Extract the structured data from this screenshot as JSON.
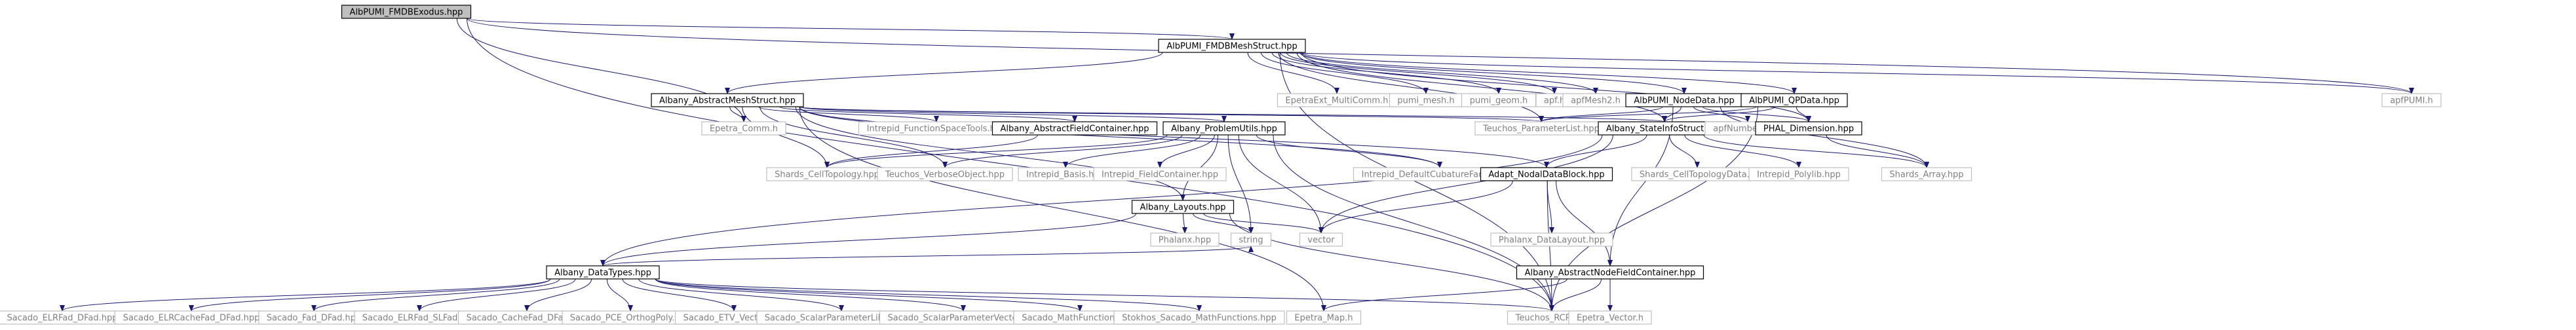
{
  "graph": {
    "title": "AlbPUMI_FMDBExodus.hpp",
    "colors": {
      "edge": "#191970",
      "border_dark": "#000000",
      "border_gray": "#bfbfbf",
      "text_dark": "#000000",
      "text_gray": "#808080",
      "fill_root": "#bfbfbf",
      "fill_normal": "#ffffff"
    },
    "nodes": [
      {
        "id": "root",
        "label": "AlbPUMI_FMDBExodus.hpp",
        "style": "root"
      },
      {
        "id": "meshstruct",
        "label": "AlbPUMI_FMDBMeshStruct.hpp",
        "style": "file"
      },
      {
        "id": "epetra_comm",
        "label": "Epetra_Comm.h",
        "style": "ext"
      },
      {
        "id": "teuchos_rcp",
        "label": "Teuchos_RCP.hpp",
        "style": "ext"
      },
      {
        "id": "apfpumi",
        "label": "apfPUMI.h",
        "style": "ext"
      },
      {
        "id": "abstractmesh",
        "label": "Albany_AbstractMeshStruct.hpp",
        "style": "file"
      },
      {
        "id": "epetraext",
        "label": "EpetraExt_MultiComm.h",
        "style": "ext"
      },
      {
        "id": "pumi_mesh",
        "label": "pumi_mesh.h",
        "style": "ext"
      },
      {
        "id": "pumi_geom",
        "label": "pumi_geom.h",
        "style": "ext"
      },
      {
        "id": "apf",
        "label": "apf.h",
        "style": "ext"
      },
      {
        "id": "apfmesh2",
        "label": "apfMesh2.h",
        "style": "ext"
      },
      {
        "id": "nodedata",
        "label": "AlbPUMI_NodeData.hpp",
        "style": "file"
      },
      {
        "id": "qpdata",
        "label": "AlbPUMI_QPData.hpp",
        "style": "file"
      },
      {
        "id": "intrepid_fst",
        "label": "Intrepid_FunctionSpaceTools.hpp",
        "style": "ext"
      },
      {
        "id": "abstractfield",
        "label": "Albany_AbstractFieldContainer.hpp",
        "style": "file"
      },
      {
        "id": "problemutils",
        "label": "Albany_ProblemUtils.hpp",
        "style": "file"
      },
      {
        "id": "teuchos_pl",
        "label": "Teuchos_ParameterList.hpp",
        "style": "ext"
      },
      {
        "id": "stateinfo",
        "label": "Albany_StateInfoStruct.hpp",
        "style": "file"
      },
      {
        "id": "apfnumbering",
        "label": "apfNumbering.h",
        "style": "ext"
      },
      {
        "id": "phal_dim",
        "label": "PHAL_Dimension.hpp",
        "style": "file"
      },
      {
        "id": "shards_celltopo",
        "label": "Shards_CellTopology.hpp",
        "style": "ext"
      },
      {
        "id": "teuchos_vo",
        "label": "Teuchos_VerboseObject.hpp",
        "style": "ext"
      },
      {
        "id": "intrepid_basis",
        "label": "Intrepid_Basis.hpp",
        "style": "ext"
      },
      {
        "id": "intrepid_fc",
        "label": "Intrepid_FieldContainer.hpp",
        "style": "ext"
      },
      {
        "id": "intrepid_dcf",
        "label": "Intrepid_DefaultCubatureFactory.hpp",
        "style": "ext"
      },
      {
        "id": "adapt_ndb",
        "label": "Adapt_NodalDataBlock.hpp",
        "style": "file"
      },
      {
        "id": "shards_ctd",
        "label": "Shards_CellTopologyData.h",
        "style": "ext"
      },
      {
        "id": "intrepid_polylib",
        "label": "Intrepid_Polylib.hpp",
        "style": "ext"
      },
      {
        "id": "shards_array",
        "label": "Shards_Array.hpp",
        "style": "ext"
      },
      {
        "id": "layouts",
        "label": "Albany_Layouts.hpp",
        "style": "file"
      },
      {
        "id": "phalanx",
        "label": "Phalanx.hpp",
        "style": "ext"
      },
      {
        "id": "string",
        "label": "string",
        "style": "ext"
      },
      {
        "id": "vector",
        "label": "vector",
        "style": "ext"
      },
      {
        "id": "phalanx_dl",
        "label": "Phalanx_DataLayout.hpp",
        "style": "ext"
      },
      {
        "id": "datatypes",
        "label": "Albany_DataTypes.hpp",
        "style": "file"
      },
      {
        "id": "abstractnodefield",
        "label": "Albany_AbstractNodeFieldContainer.hpp",
        "style": "file"
      },
      {
        "id": "sacado_elrfad_dfad",
        "label": "Sacado_ELRFad_DFad.hpp",
        "style": "ext"
      },
      {
        "id": "sacado_elrcachefad",
        "label": "Sacado_ELRCacheFad_DFad.hpp",
        "style": "ext"
      },
      {
        "id": "sacado_fad_dfad",
        "label": "Sacado_Fad_DFad.hpp",
        "style": "ext"
      },
      {
        "id": "sacado_elrfad_slfad",
        "label": "Sacado_ELRFad_SLFad.hpp",
        "style": "ext"
      },
      {
        "id": "sacado_cachefad",
        "label": "Sacado_CacheFad_DFad.hpp",
        "style": "ext"
      },
      {
        "id": "sacado_pce",
        "label": "Sacado_PCE_OrthogPoly.hpp",
        "style": "ext"
      },
      {
        "id": "sacado_etv",
        "label": "Sacado_ETV_Vector.hpp",
        "style": "ext"
      },
      {
        "id": "sacado_spl",
        "label": "Sacado_ScalarParameterLibrary.hpp",
        "style": "ext"
      },
      {
        "id": "sacado_spv",
        "label": "Sacado_ScalarParameterVector.hpp",
        "style": "ext"
      },
      {
        "id": "sacado_math",
        "label": "Sacado_MathFunctions.hpp",
        "style": "ext"
      },
      {
        "id": "stokhos_math",
        "label": "Stokhos_Sacado_MathFunctions.hpp",
        "style": "ext"
      },
      {
        "id": "epetra_map",
        "label": "Epetra_Map.h",
        "style": "ext"
      },
      {
        "id": "epetra_vector",
        "label": "Epetra_Vector.h",
        "style": "ext"
      }
    ],
    "edges": [
      [
        "root",
        "meshstruct"
      ],
      [
        "root",
        "epetra_comm"
      ],
      [
        "root",
        "teuchos_rcp"
      ],
      [
        "root",
        "apfpumi"
      ],
      [
        "meshstruct",
        "abstractmesh"
      ],
      [
        "meshstruct",
        "epetraext"
      ],
      [
        "meshstruct",
        "pumi_mesh"
      ],
      [
        "meshstruct",
        "pumi_geom"
      ],
      [
        "meshstruct",
        "apf"
      ],
      [
        "meshstruct",
        "apfmesh2"
      ],
      [
        "meshstruct",
        "nodedata"
      ],
      [
        "meshstruct",
        "qpdata"
      ],
      [
        "meshstruct",
        "apfpumi"
      ],
      [
        "meshstruct",
        "teuchos_pl"
      ],
      [
        "meshstruct",
        "stateinfo"
      ],
      [
        "meshstruct",
        "phal_dim"
      ],
      [
        "meshstruct",
        "teuchos_rcp"
      ],
      [
        "abstractmesh",
        "epetra_comm"
      ],
      [
        "abstractmesh",
        "intrepid_fst"
      ],
      [
        "abstractmesh",
        "abstractfield"
      ],
      [
        "abstractmesh",
        "problemutils"
      ],
      [
        "abstractmesh",
        "teuchos_pl"
      ],
      [
        "abstractmesh",
        "stateinfo"
      ],
      [
        "abstractmesh",
        "shards_celltopo"
      ],
      [
        "abstractmesh",
        "intrepid_dcf"
      ],
      [
        "abstractmesh",
        "adapt_ndb"
      ],
      [
        "abstractmesh",
        "layouts"
      ],
      [
        "abstractmesh",
        "epetra_map"
      ],
      [
        "abstractmesh",
        "teuchos_vo"
      ],
      [
        "abstractfield",
        "shards_celltopo"
      ],
      [
        "problemutils",
        "shards_celltopo"
      ],
      [
        "problemutils",
        "teuchos_vo"
      ],
      [
        "problemutils",
        "intrepid_basis"
      ],
      [
        "problemutils",
        "intrepid_fc"
      ],
      [
        "problemutils",
        "layouts"
      ],
      [
        "problemutils",
        "intrepid_dcf"
      ],
      [
        "problemutils",
        "string"
      ],
      [
        "problemutils",
        "vector"
      ],
      [
        "problemutils",
        "teuchos_rcp"
      ],
      [
        "nodedata",
        "teuchos_pl"
      ],
      [
        "nodedata",
        "stateinfo"
      ],
      [
        "nodedata",
        "apfnumbering"
      ],
      [
        "nodedata",
        "phal_dim"
      ],
      [
        "nodedata",
        "abstractnodefield"
      ],
      [
        "nodedata",
        "shards_array"
      ],
      [
        "qpdata",
        "teuchos_pl"
      ],
      [
        "qpdata",
        "stateinfo"
      ],
      [
        "qpdata",
        "phal_dim"
      ],
      [
        "qpdata",
        "teuchos_rcp"
      ],
      [
        "stateinfo",
        "adapt_ndb"
      ],
      [
        "stateinfo",
        "shards_ctd"
      ],
      [
        "stateinfo",
        "intrepid_polylib"
      ],
      [
        "stateinfo",
        "shards_array"
      ],
      [
        "stateinfo",
        "vector"
      ],
      [
        "stateinfo",
        "datatypes"
      ],
      [
        "phal_dim",
        "shards_array"
      ],
      [
        "adapt_ndb",
        "abstractnodefield"
      ],
      [
        "adapt_ndb",
        "phalanx_dl"
      ],
      [
        "adapt_ndb",
        "vector"
      ],
      [
        "adapt_ndb",
        "teuchos_rcp"
      ],
      [
        "layouts",
        "phalanx"
      ],
      [
        "layouts",
        "string"
      ],
      [
        "layouts",
        "vector"
      ],
      [
        "layouts",
        "teuchos_rcp"
      ],
      [
        "layouts",
        "datatypes"
      ],
      [
        "abstractnodefield",
        "epetra_vector"
      ],
      [
        "abstractnodefield",
        "epetra_map"
      ],
      [
        "abstractnodefield",
        "teuchos_rcp"
      ],
      [
        "datatypes",
        "sacado_elrfad_dfad"
      ],
      [
        "datatypes",
        "sacado_elrcachefad"
      ],
      [
        "datatypes",
        "sacado_fad_dfad"
      ],
      [
        "datatypes",
        "sacado_elrfad_slfad"
      ],
      [
        "datatypes",
        "sacado_cachefad"
      ],
      [
        "datatypes",
        "sacado_pce"
      ],
      [
        "datatypes",
        "sacado_etv"
      ],
      [
        "datatypes",
        "sacado_spl"
      ],
      [
        "datatypes",
        "sacado_spv"
      ],
      [
        "datatypes",
        "sacado_math"
      ],
      [
        "datatypes",
        "stokhos_math"
      ],
      [
        "datatypes",
        "string"
      ],
      [
        "datatypes",
        "teuchos_rcp"
      ]
    ]
  }
}
